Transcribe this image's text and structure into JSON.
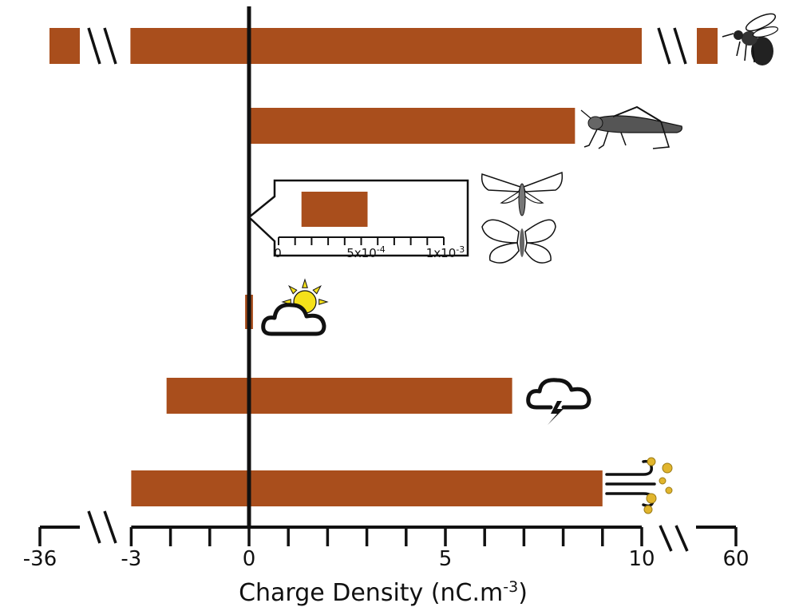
{
  "chart_data": {
    "type": "bar",
    "orientation": "horizontal",
    "xlabel": {
      "prefix": "Charge Density (nC.m",
      "sup": "-3",
      "suffix": ")"
    },
    "x_axis_segments": [
      {
        "range": [
          -36,
          -36
        ],
        "note": "left broken segment"
      },
      {
        "range": [
          -3,
          10
        ],
        "note": "main linear segment"
      },
      {
        "range": [
          60,
          60
        ],
        "note": "right broken segment"
      }
    ],
    "tick_labels": [
      "-36",
      "-3",
      "0",
      "5",
      "10",
      "60"
    ],
    "bars": [
      {
        "name": "bee-bar",
        "icon": "bee-icon",
        "start": -36,
        "end": 60,
        "broken_left": true,
        "broken_right": true,
        "visible_main_range": [
          -3,
          10
        ]
      },
      {
        "name": "grasshopper-bar",
        "icon": "grasshopper-icon",
        "start": 0,
        "end": 8.3
      },
      {
        "name": "moth-butterfly-bar",
        "icon": "moth-butterfly-icon",
        "start": 0.0001,
        "end": 0.0005,
        "inset": true
      },
      {
        "name": "fair-weather-bar",
        "icon": "sun-cloud-icon",
        "start": -0.1,
        "end": 0.1
      },
      {
        "name": "thunderstorm-bar",
        "icon": "storm-cloud-icon",
        "start": -2.1,
        "end": 6.7
      },
      {
        "name": "dust-wind-bar",
        "icon": "wind-dust-icon",
        "start": -3,
        "end": 9
      }
    ],
    "inset": {
      "xlim": [
        0,
        0.001
      ],
      "tick_labels": {
        "zero": "0",
        "mid": {
          "base": "5x10",
          "exp": "-4"
        },
        "max": {
          "base": "1x10",
          "exp": "-3"
        }
      }
    }
  },
  "colors": {
    "bar": "#A94E1C",
    "axis": "#111111",
    "sun": "#F5E11A",
    "dust": "#E1B52D"
  }
}
